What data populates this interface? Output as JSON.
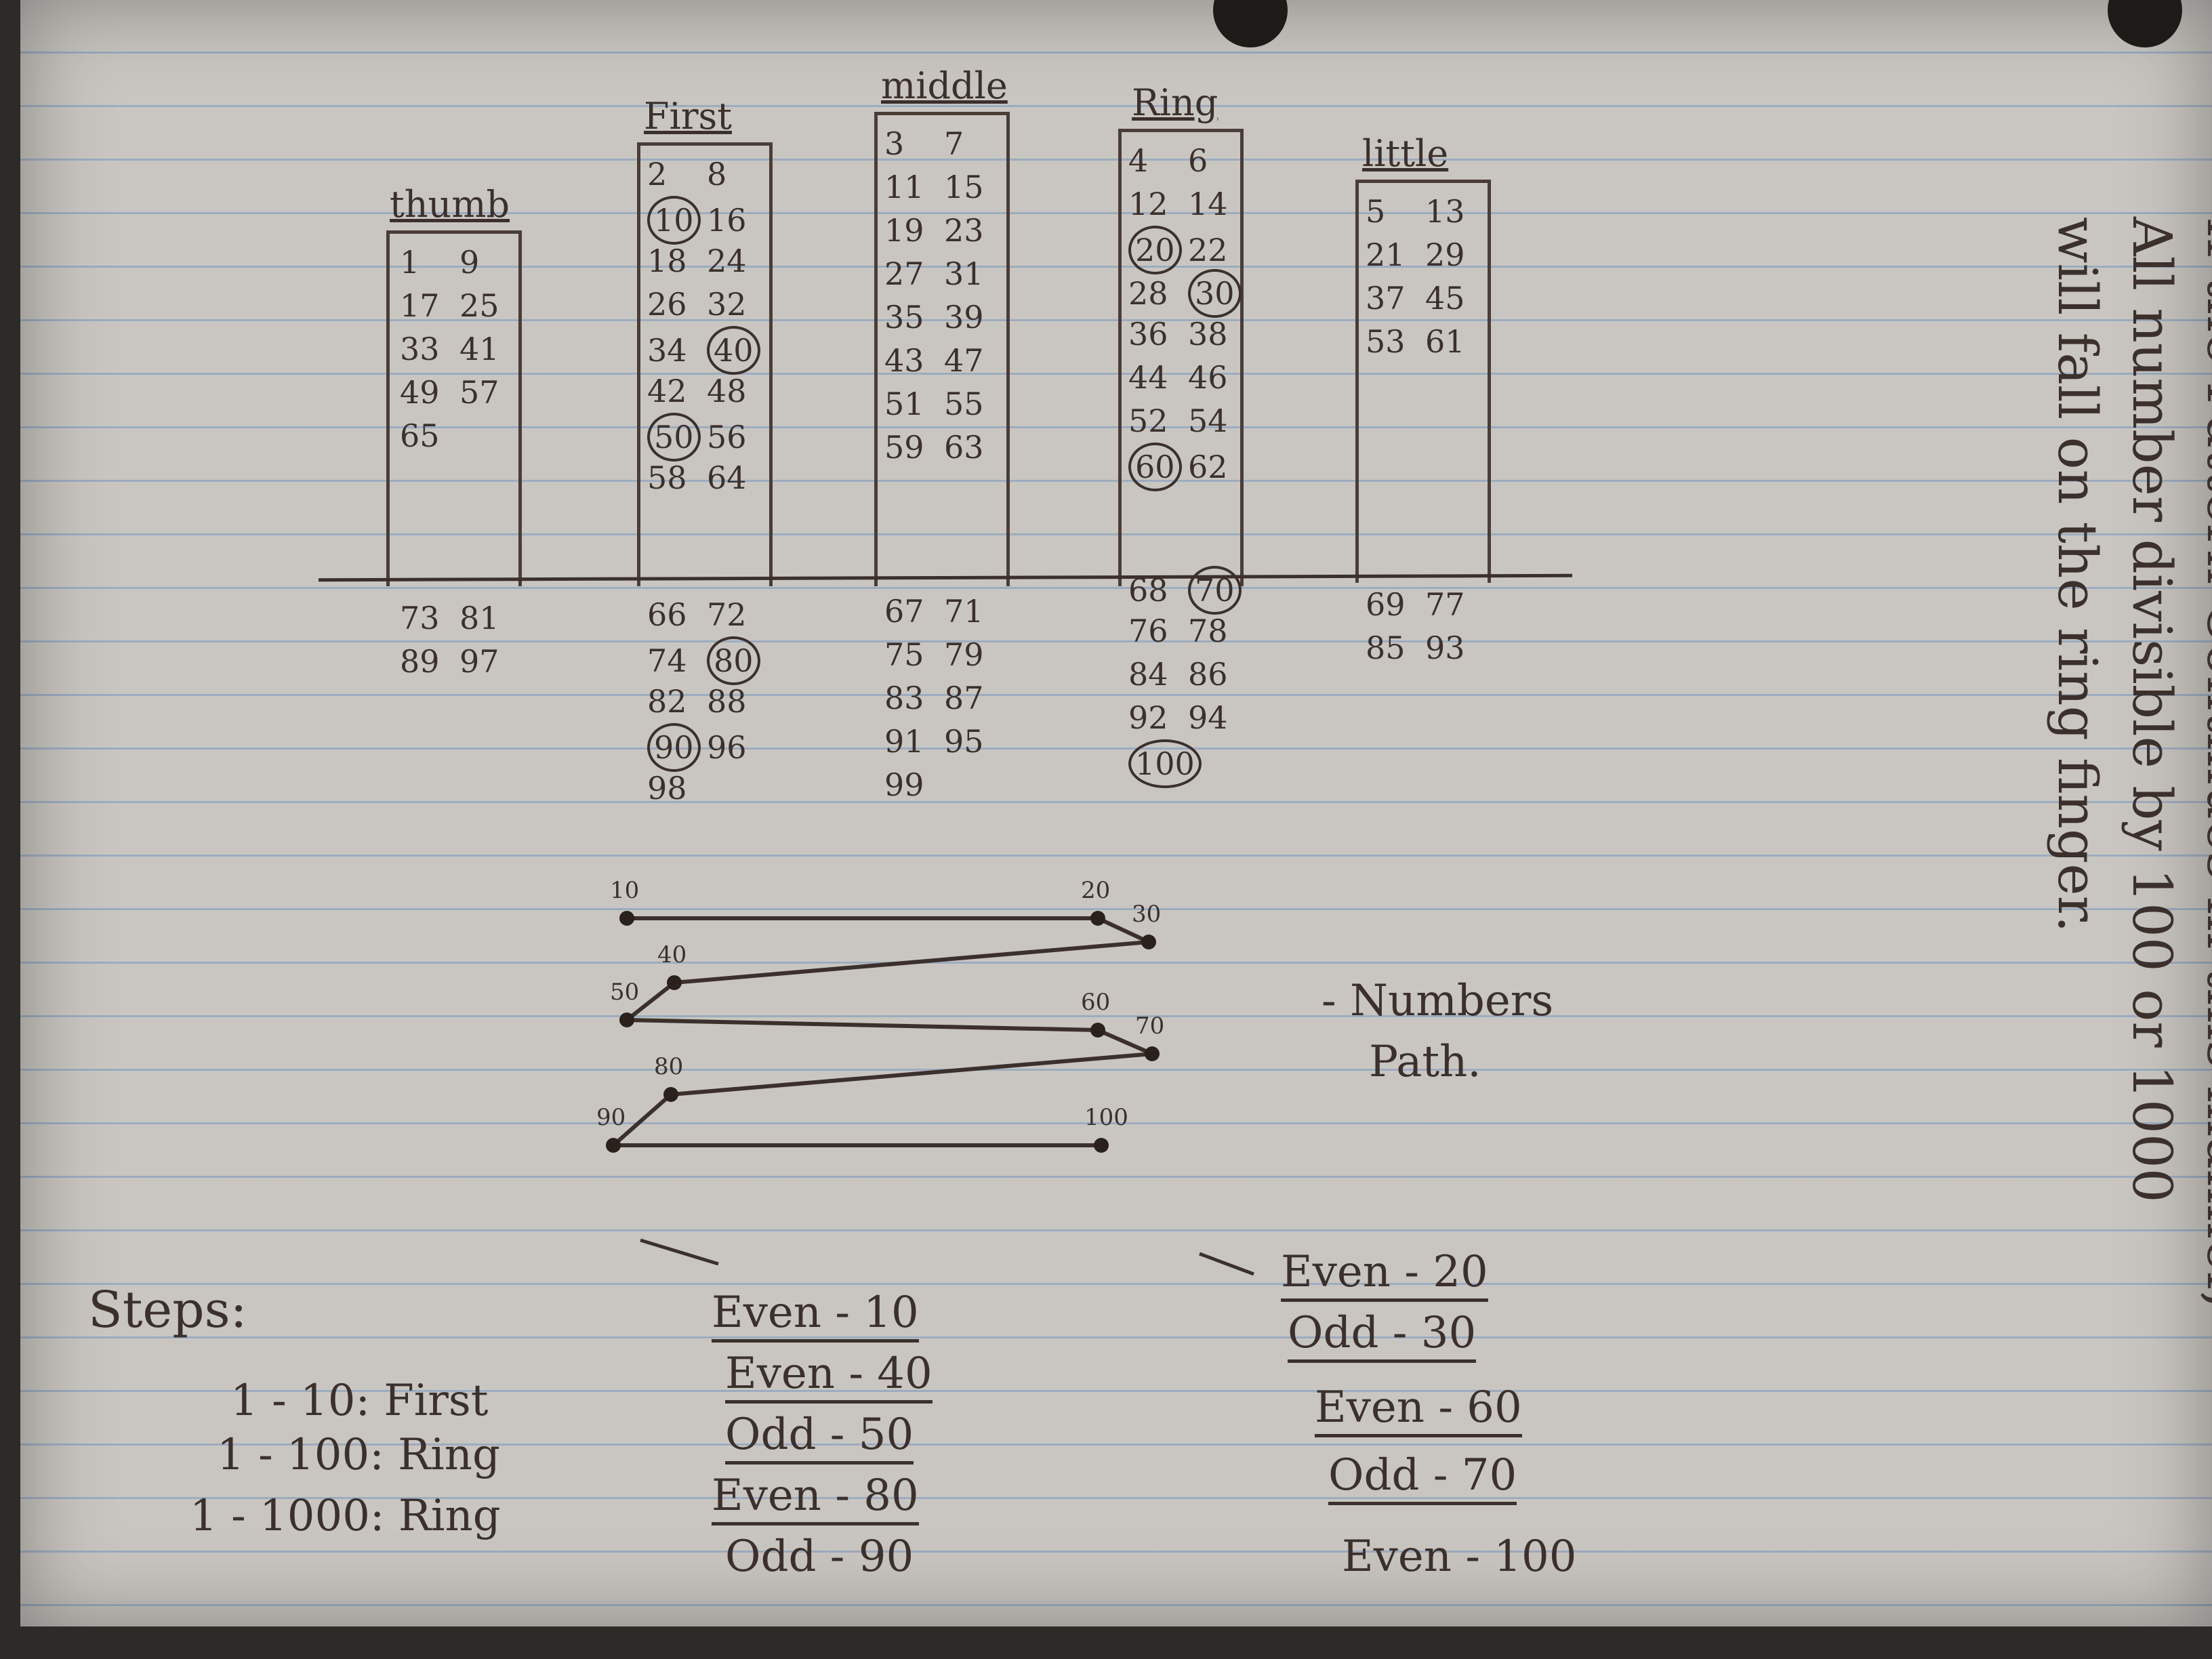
{
  "columns": [
    {
      "title": "thumb",
      "above": [
        [
          "1",
          "9"
        ],
        [
          "17",
          "25"
        ],
        [
          "33",
          "41"
        ],
        [
          "49",
          "57"
        ],
        [
          "65",
          ""
        ]
      ],
      "below": [
        [
          "73",
          "81"
        ],
        [
          "89",
          "97"
        ]
      ],
      "circled": []
    },
    {
      "title": "First",
      "above": [
        [
          "2",
          "8"
        ],
        [
          "10",
          "16"
        ],
        [
          "18",
          "24"
        ],
        [
          "26",
          "32"
        ],
        [
          "34",
          "40"
        ],
        [
          "42",
          "48"
        ],
        [
          "50",
          "56"
        ],
        [
          "58",
          "64"
        ]
      ],
      "below": [
        [
          "66",
          "72"
        ],
        [
          "74",
          "80"
        ],
        [
          "82",
          "88"
        ],
        [
          "90",
          "96"
        ],
        [
          "98",
          ""
        ]
      ],
      "circled": [
        "10",
        "40",
        "50",
        "80",
        "90"
      ]
    },
    {
      "title": "middle",
      "above": [
        [
          "3",
          "7"
        ],
        [
          "11",
          "15"
        ],
        [
          "19",
          "23"
        ],
        [
          "27",
          "31"
        ],
        [
          "35",
          "39"
        ],
        [
          "43",
          "47"
        ],
        [
          "51",
          "55"
        ],
        [
          "59",
          "63"
        ]
      ],
      "below": [
        [
          "67",
          "71"
        ],
        [
          "75",
          "79"
        ],
        [
          "83",
          "87"
        ],
        [
          "91",
          "95"
        ],
        [
          "99",
          ""
        ]
      ],
      "circled": []
    },
    {
      "title": "Ring",
      "above": [
        [
          "4",
          "6"
        ],
        [
          "12",
          "14"
        ],
        [
          "20",
          "22"
        ],
        [
          "28",
          "30"
        ],
        [
          "36",
          "38"
        ],
        [
          "44",
          "46"
        ],
        [
          "52",
          "54"
        ],
        [
          "60",
          "62"
        ]
      ],
      "below": [
        [
          "68",
          "70"
        ],
        [
          "76",
          "78"
        ],
        [
          "84",
          "86"
        ],
        [
          "92",
          "94"
        ],
        [
          "100",
          ""
        ]
      ],
      "circled": [
        "20",
        "30",
        "60",
        "70",
        "100"
      ]
    },
    {
      "title": "little",
      "above": [
        [
          "5",
          "13"
        ],
        [
          "21",
          "29"
        ],
        [
          "37",
          "45"
        ],
        [
          "53",
          "61"
        ]
      ],
      "below": [
        [
          "69",
          "77"
        ],
        [
          "85",
          "93"
        ]
      ],
      "circled": []
    }
  ],
  "path": {
    "points": [
      "10",
      "20",
      "30",
      "40",
      "50",
      "60",
      "70",
      "80",
      "90",
      "100"
    ],
    "label_line1": "- Numbers",
    "label_line2": "Path."
  },
  "steps": {
    "heading": "Steps:",
    "lines": [
      "1 - 10: First",
      "1 - 100: Ring",
      "1 - 1000: Ring"
    ]
  },
  "parity_left": [
    "Even - 10",
    "Even - 40",
    "Odd - 50",
    "Even - 80",
    "Odd - 90"
  ],
  "parity_right": [
    "Even - 20",
    "Odd - 30",
    "Even - 60",
    "Odd - 70",
    "Even - 100"
  ],
  "side_note": [
    "If the Pattern Continues in this manner,",
    "All number divisible by 100 or 1000",
    "will fall on the ring finger."
  ],
  "colors": {
    "paper": "#c9c6c1",
    "ink": "#3b302b",
    "rule": "#7896be"
  }
}
